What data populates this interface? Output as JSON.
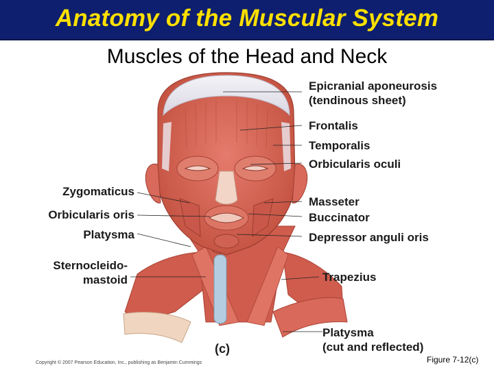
{
  "title": "Anatomy of the Muscular System",
  "subtitle": "Muscles of the Head and Neck",
  "labels_right": [
    {
      "line1": "Epicranial aponeurosis",
      "line2": "(tendinous sheet)"
    },
    {
      "line1": "Frontalis"
    },
    {
      "line1": "Temporalis"
    },
    {
      "line1": "Orbicularis oculi"
    },
    {
      "line1": "Masseter"
    },
    {
      "line1": "Buccinator"
    },
    {
      "line1": "Depressor anguli oris"
    },
    {
      "line1": "Trapezius"
    },
    {
      "line1": "Platysma",
      "line2": "(cut and reflected)"
    }
  ],
  "labels_left": [
    {
      "line1": "Zygomaticus"
    },
    {
      "line1": "Orbicularis oris"
    },
    {
      "line1": "Platysma"
    },
    {
      "line1": "Sternocleido-",
      "line2": "mastoid"
    }
  ],
  "panel_tag": "(c)",
  "copyright": "Copyright © 2007 Pearson Education, Inc., publishing as Benjamin Cummings",
  "figure_ref": "Figure 7-12(c)",
  "colors": {
    "title_bg": "#0d1f6e",
    "title_text": "#ffe000",
    "muscle": "#d9695a",
    "muscle_dark": "#b8473c",
    "tendon": "#e9e6ee",
    "skin": "#f2c29a"
  }
}
